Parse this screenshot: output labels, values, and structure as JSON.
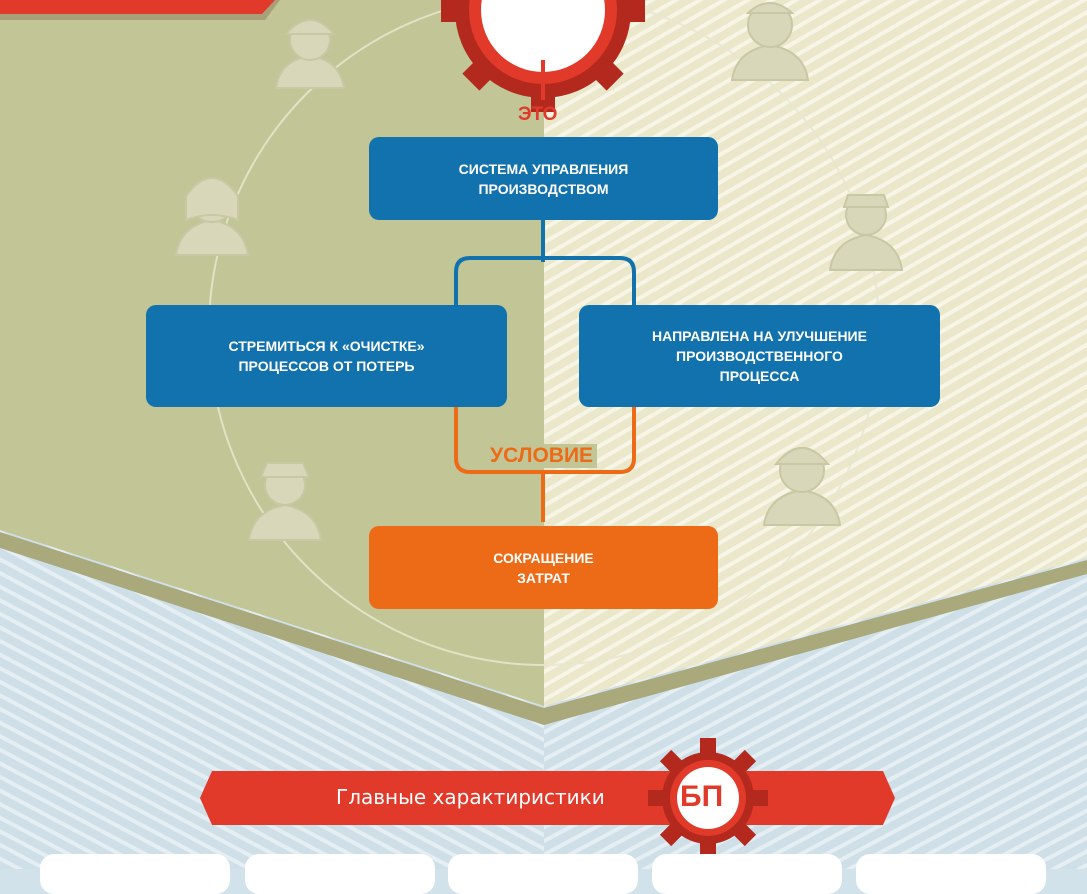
{
  "diagram": {
    "label_eto": "ЭТО",
    "box_system": "СИСТЕМА УПРАВЛЕНИЯ\nПРОИЗВОДСТВОМ",
    "box_left": "СТРЕМИТЬСЯ К «ОЧИСТКЕ»\nПРОЦЕССОВ ОТ ПОТЕРЬ",
    "box_right": "НАПРАВЛЕНА НА УЛУЧШЕНИЕ\nПРОИЗВОДСТВЕННОГО\nПРОЦЕССА",
    "label_condition": "УСЛОВИЕ",
    "box_result": "СОКРАЩЕНИЕ\nЗАТРАТ"
  },
  "ribbon": {
    "title": "Главные характиристики",
    "badge": "БП"
  },
  "colors": {
    "blue": "#1272ad",
    "orange": "#ed6b16",
    "red": "#e13a2a",
    "olive": "#c2c595",
    "cream": "#ebe7cb",
    "sky": "#d2e2ea"
  },
  "icons": [
    "gear-icon",
    "worker-figure-icon",
    "connector-line"
  ]
}
